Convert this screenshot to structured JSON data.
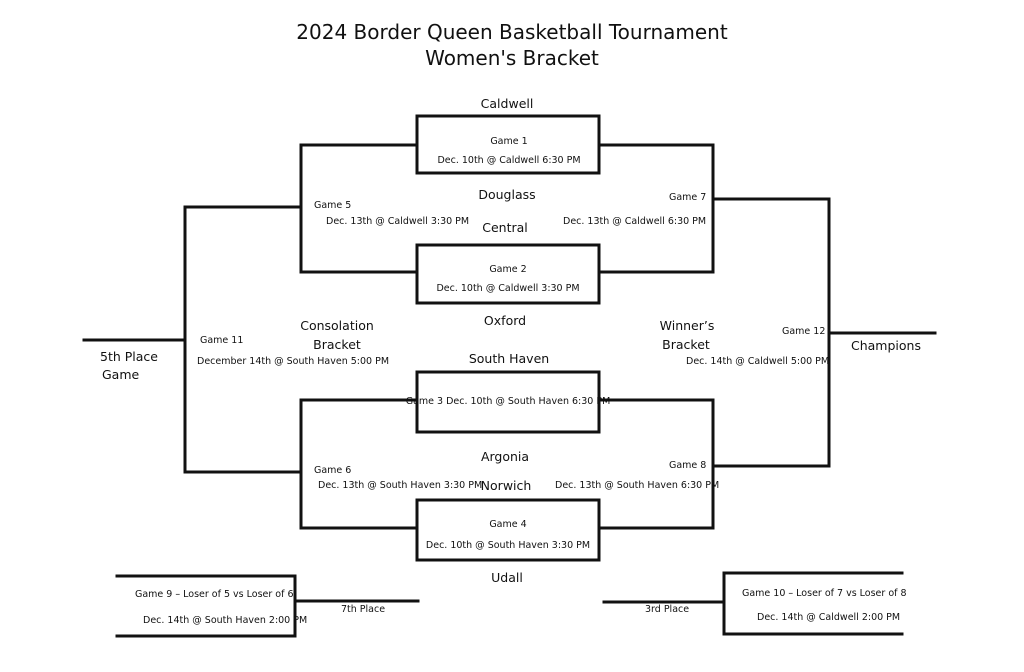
{
  "title": {
    "line1": "2024 Border Queen Basketball Tournament",
    "line2": "Women's Bracket"
  },
  "teams": {
    "caldwell": "Caldwell",
    "douglass": "Douglass",
    "central": "Central",
    "oxford": "Oxford",
    "south_haven": "South Haven",
    "argonia": "Argonia",
    "norwich": "Norwich",
    "udall": "Udall"
  },
  "games": {
    "g1": {
      "name": "Game 1",
      "info": "Dec. 10th @ Caldwell 6:30 PM"
    },
    "g2": {
      "name": "Game 2",
      "info": "Dec. 10th @ Caldwell 3:30 PM"
    },
    "g3": {
      "full": "Game 3 Dec. 10th @ South Haven 6:30 PM"
    },
    "g4": {
      "name": "Game 4",
      "info": "Dec. 10th @ South Haven 3:30 PM"
    },
    "g5": {
      "name": "Game 5",
      "info": "Dec. 13th @ Caldwell 3:30 PM"
    },
    "g6": {
      "name": "Game 6",
      "info": "Dec. 13th @ South Haven 3:30 PM"
    },
    "g7": {
      "name": "Game 7",
      "info": "Dec. 13th @ Caldwell 6:30 PM"
    },
    "g8": {
      "name": "Game 8",
      "info": "Dec. 13th @ South Haven 6:30 PM"
    },
    "g9": {
      "name": "Game 9 – Loser of 5 vs Loser of 6",
      "info": "Dec. 14th @ South Haven 2:00 PM"
    },
    "g10": {
      "name": "Game 10 – Loser of 7 vs Loser of 8",
      "info": "Dec. 14th @ Caldwell 2:00 PM"
    },
    "g11": {
      "name": "Game 11",
      "info": "December 14th @ South Haven 5:00 PM"
    },
    "g12": {
      "name": "Game 12",
      "info": "Dec. 14th @ Caldwell 5:00 PM"
    }
  },
  "labels": {
    "consolation_line1": "Consolation",
    "consolation_line2": "Bracket",
    "winners_line1": "Winner’s",
    "winners_line2": "Bracket",
    "fifth_line1": "5th Place",
    "fifth_line2": "Game",
    "champions": "Champions",
    "seventh": "7th Place",
    "third": "3rd Place"
  }
}
